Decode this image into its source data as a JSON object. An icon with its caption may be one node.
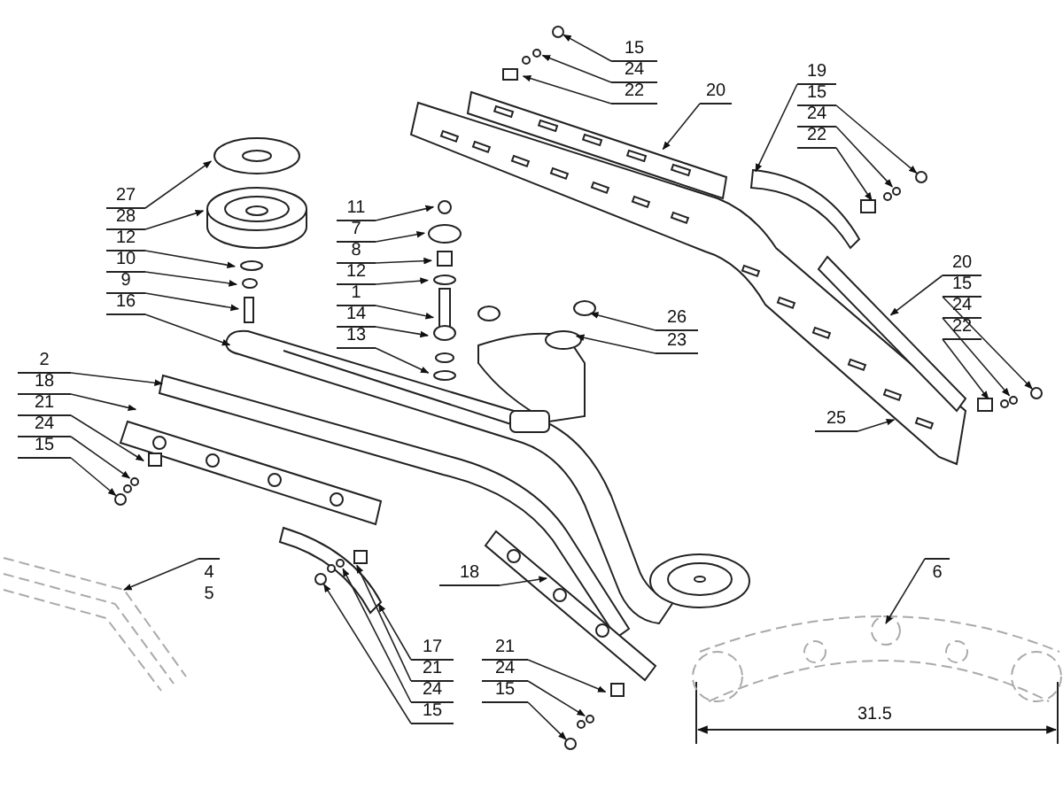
{
  "diagram": {
    "nodes": [
      {
        "text": [
          "15"
        ]
      },
      {
        "text": [
          "24"
        ]
      },
      {
        "text": [
          "22"
        ]
      },
      {
        "text": [
          "20"
        ]
      },
      {
        "text": [
          "19"
        ]
      },
      {
        "text": [
          "15"
        ]
      },
      {
        "text": [
          "24"
        ]
      },
      {
        "text": [
          "22"
        ]
      },
      {
        "text": [
          "27"
        ]
      },
      {
        "text": [
          "28"
        ]
      },
      {
        "text": [
          "12"
        ]
      },
      {
        "text": [
          "10"
        ]
      },
      {
        "text": [
          "9"
        ]
      },
      {
        "text": [
          "16"
        ]
      },
      {
        "text": [
          "11"
        ]
      },
      {
        "text": [
          "7"
        ]
      },
      {
        "text": [
          "8"
        ]
      },
      {
        "text": [
          "12"
        ]
      },
      {
        "text": [
          "1"
        ]
      },
      {
        "text": [
          "14"
        ]
      },
      {
        "text": [
          "13"
        ]
      },
      {
        "text": [
          "26"
        ]
      },
      {
        "text": [
          "23"
        ]
      },
      {
        "text": [
          "20"
        ]
      },
      {
        "text": [
          "15"
        ]
      },
      {
        "text": [
          "24"
        ]
      },
      {
        "text": [
          "22"
        ]
      },
      {
        "text": [
          "2"
        ]
      },
      {
        "text": [
          "18"
        ]
      },
      {
        "text": [
          "21"
        ]
      },
      {
        "text": [
          "24"
        ]
      },
      {
        "text": [
          "15"
        ]
      },
      {
        "text": [
          "25"
        ]
      },
      {
        "text": [
          "4",
          "5"
        ]
      },
      {
        "text": [
          "6"
        ]
      },
      {
        "text": [
          "18"
        ]
      },
      {
        "text": [
          "17"
        ]
      },
      {
        "text": [
          "21"
        ]
      },
      {
        "text": [
          "24"
        ]
      },
      {
        "text": [
          "15"
        ]
      },
      {
        "text": [
          "21"
        ]
      },
      {
        "text": [
          "24"
        ]
      },
      {
        "text": [
          "15"
        ]
      },
      {
        "text": [],
        "shape": "picture"
      },
      {
        "text": [],
        "shape": "picture"
      }
    ],
    "edges": [
      {
        "from": 0,
        "to": null,
        "arrow": "to"
      },
      {
        "from": 1,
        "to": null,
        "arrow": "to"
      },
      {
        "from": 2,
        "to": null,
        "arrow": "to"
      },
      {
        "from": 3,
        "to": null,
        "arrow": "to"
      },
      {
        "from": 4,
        "to": null,
        "arrow": "to"
      },
      {
        "from": 5,
        "to": null,
        "arrow": "to"
      },
      {
        "from": 6,
        "to": null,
        "arrow": "to"
      },
      {
        "from": 7,
        "to": null,
        "arrow": "to"
      },
      {
        "from": 8,
        "to": null,
        "arrow": "to"
      },
      {
        "from": 9,
        "to": null,
        "arrow": "to"
      },
      {
        "from": 10,
        "to": null,
        "arrow": "to"
      },
      {
        "from": 11,
        "to": null,
        "arrow": "to"
      },
      {
        "from": 12,
        "to": null,
        "arrow": "to"
      },
      {
        "from": 13,
        "to": null,
        "arrow": "to"
      },
      {
        "from": 14,
        "to": null,
        "arrow": "to"
      },
      {
        "from": 15,
        "to": null,
        "arrow": "to"
      },
      {
        "from": 16,
        "to": null,
        "arrow": "to"
      },
      {
        "from": 17,
        "to": null,
        "arrow": "to"
      },
      {
        "from": 18,
        "to": null,
        "arrow": "to"
      },
      {
        "from": 19,
        "to": null,
        "arrow": "to"
      },
      {
        "from": 20,
        "to": null,
        "arrow": "to"
      },
      {
        "from": 21,
        "to": null,
        "arrow": "to"
      },
      {
        "from": 22,
        "to": null,
        "arrow": "to"
      },
      {
        "from": 23,
        "to": null,
        "arrow": "to"
      },
      {
        "from": 24,
        "to": null,
        "arrow": "to"
      },
      {
        "from": 25,
        "to": null,
        "arrow": "to"
      },
      {
        "from": 26,
        "to": null,
        "arrow": "to"
      },
      {
        "from": 27,
        "to": null,
        "arrow": "to"
      },
      {
        "from": 28,
        "to": null,
        "arrow": "to"
      },
      {
        "from": 29,
        "to": null,
        "arrow": "to"
      },
      {
        "from": 30,
        "to": null,
        "arrow": "to"
      },
      {
        "from": 31,
        "to": null,
        "arrow": "to"
      },
      {
        "from": 32,
        "to": null,
        "arrow": "to"
      },
      {
        "from": 33,
        "to": 43,
        "arrow": "to"
      },
      {
        "from": 34,
        "to": 44,
        "arrow": "to"
      },
      {
        "from": 35,
        "to": null,
        "arrow": "to"
      },
      {
        "from": 36,
        "to": null,
        "arrow": "to"
      },
      {
        "from": 37,
        "to": null,
        "arrow": "to"
      },
      {
        "from": 38,
        "to": null,
        "arrow": "to"
      },
      {
        "from": 39,
        "to": null,
        "arrow": "to"
      },
      {
        "from": 40,
        "to": null,
        "arrow": "to"
      },
      {
        "from": 41,
        "to": null,
        "arrow": "to"
      },
      {
        "from": 42,
        "to": null,
        "arrow": "to"
      }
    ],
    "labels": [
      "31.5"
    ]
  }
}
